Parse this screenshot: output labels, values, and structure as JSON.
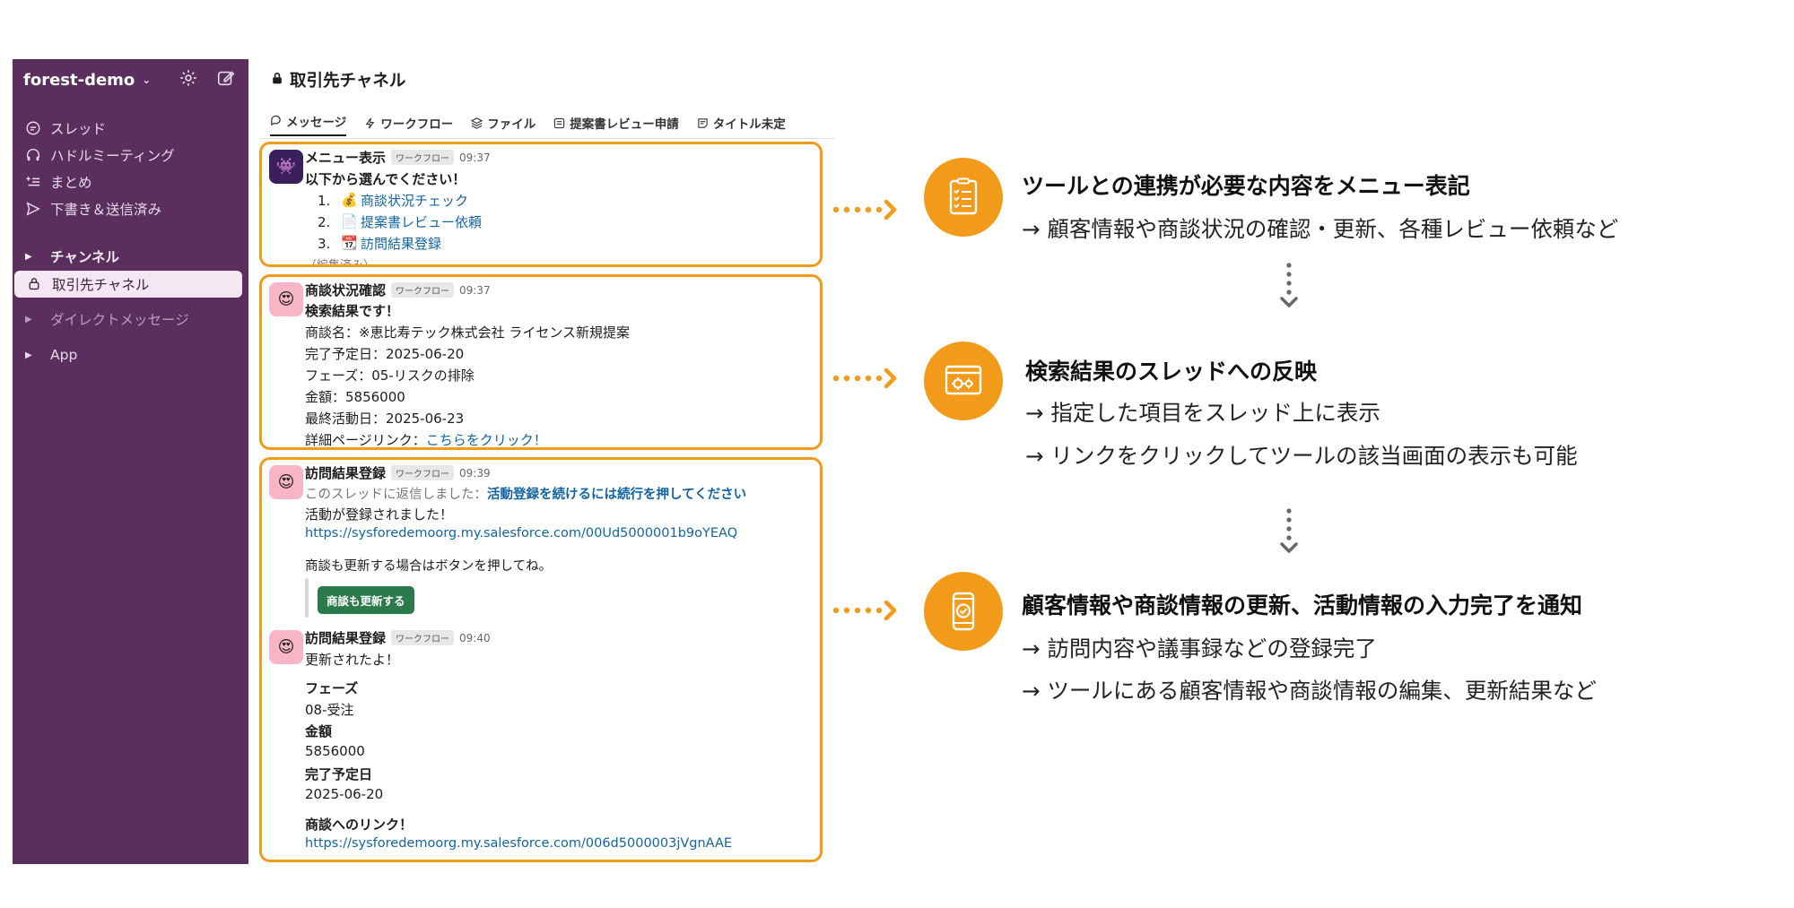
{
  "sidebar": {
    "workspace": "forest-demo",
    "items": [
      {
        "label": "スレッド"
      },
      {
        "label": "ハドルミーティング"
      },
      {
        "label": "まとめ"
      },
      {
        "label": "下書き＆送信済み"
      }
    ],
    "channels_section": "チャンネル",
    "active_channel": "取引先チャネル",
    "dm_section": "ダイレクトメッセージ",
    "app_section": "App"
  },
  "channel": {
    "title": "取引先チャネル",
    "tabs": [
      "メッセージ",
      "ワークフロー",
      "ファイル",
      "提案書レビュー申請",
      "タイトル未定"
    ]
  },
  "messages": {
    "menu": {
      "name": "メニュー表示",
      "badge": "ワークフロー",
      "time": "09:37",
      "intro": "以下から選んでください！",
      "items": [
        {
          "num": "1.",
          "label": "商談状況チェック"
        },
        {
          "num": "2.",
          "label": "提案書レビュー依頼"
        },
        {
          "num": "3.",
          "label": "訪問結果登録"
        }
      ],
      "edited": "（編集済み）"
    },
    "status": {
      "name": "商談状況確認",
      "badge": "ワークフロー",
      "time": "09:37",
      "intro": "検索結果です！",
      "lines": [
        "商談名：※恵比寿テック株式会社 ライセンス新規提案",
        "完了予定日：2025-06-20",
        "フェーズ：05-リスクの排除",
        "金額：5856000",
        "最終活動日：2025-06-23"
      ],
      "link_label": "詳細ページリンク：",
      "link_text": "こちらをクリック！"
    },
    "visit1": {
      "name": "訪問結果登録",
      "badge": "ワークフロー",
      "time": "09:39",
      "reply_prefix": "このスレッドに返信しました：",
      "reply_text": "活動登録を続けるには続行を押してください",
      "registered": "活動が登録されました！",
      "url": "https://sysforedemoorg.my.salesforce.com/00Ud5000001b9oYEAQ",
      "prompt": "商談も更新する場合はボタンを押してね。",
      "button": "商談も更新する"
    },
    "visit2": {
      "name": "訪問結果登録",
      "badge": "ワークフロー",
      "time": "09:40",
      "intro": "更新されたよ！",
      "phase_label": "フェーズ",
      "phase_value": "08-受注",
      "amount_label": "金額",
      "amount_value": "5856000",
      "due_label": "完了予定日",
      "due_value": "2025-06-20",
      "link_label": "商談へのリンク！",
      "url": "https://sysforedemoorg.my.salesforce.com/006d5000003jVgnAAE"
    }
  },
  "panel": {
    "steps": [
      {
        "icon": "checklist-icon",
        "title": "ツールとの連携が必要な内容をメニュー表記",
        "lines": [
          "→ 顧客情報や商談状況の確認・更新、各種レビュー依頼など"
        ]
      },
      {
        "icon": "browser-gears-icon",
        "title": "検索結果のスレッドへの反映",
        "lines": [
          "→ 指定した項目をスレッド上に表示",
          "→ リンクをクリックしてツールの該当画面の表示も可能"
        ]
      },
      {
        "icon": "smartphone-check-icon",
        "title": "顧客情報や商談情報の更新、活動情報の入力完了を通知",
        "lines": [
          "→ 訪問内容や議事録などの登録完了",
          "→ ツールにある顧客情報や商談情報の編集、更新結果など"
        ]
      }
    ]
  },
  "colors": {
    "accent": "#f29b1a",
    "sidebar": "#5a2f5e",
    "link": "#1264a3",
    "button": "#2b7a4b"
  }
}
